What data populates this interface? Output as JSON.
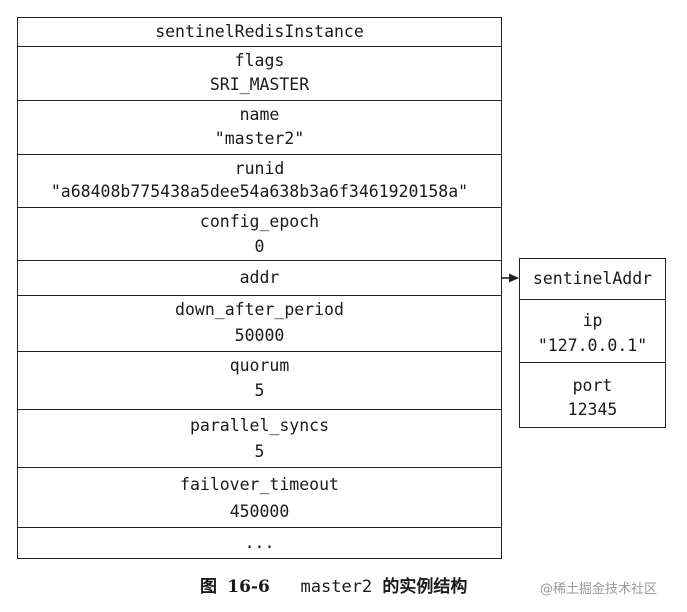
{
  "main_struct": {
    "header": "sentinelRedisInstance",
    "fields": [
      {
        "name": "flags",
        "value": "SRI_MASTER"
      },
      {
        "name": "name",
        "value": "\"master2\""
      },
      {
        "name": "runid",
        "value": "\"a68408b775438a5dee54a638b3a6f3461920158a\""
      },
      {
        "name": "config_epoch",
        "value": "0"
      },
      {
        "name": "addr",
        "value": ""
      },
      {
        "name": "down_after_period",
        "value": "50000"
      },
      {
        "name": "quorum",
        "value": "5"
      },
      {
        "name": "parallel_syncs",
        "value": "5"
      },
      {
        "name": "failover_timeout",
        "value": "450000"
      },
      {
        "name": "...",
        "value": ""
      }
    ]
  },
  "addr_struct": {
    "header": "sentinelAddr",
    "fields": [
      {
        "name": "ip",
        "value": "\"127.0.0.1\""
      },
      {
        "name": "port",
        "value": "12345"
      }
    ]
  },
  "caption": {
    "figure_label": "图",
    "figure_number": "16-6",
    "subject": "master2",
    "description": "的实例结构"
  },
  "watermark": "@稀土掘金技术社区"
}
